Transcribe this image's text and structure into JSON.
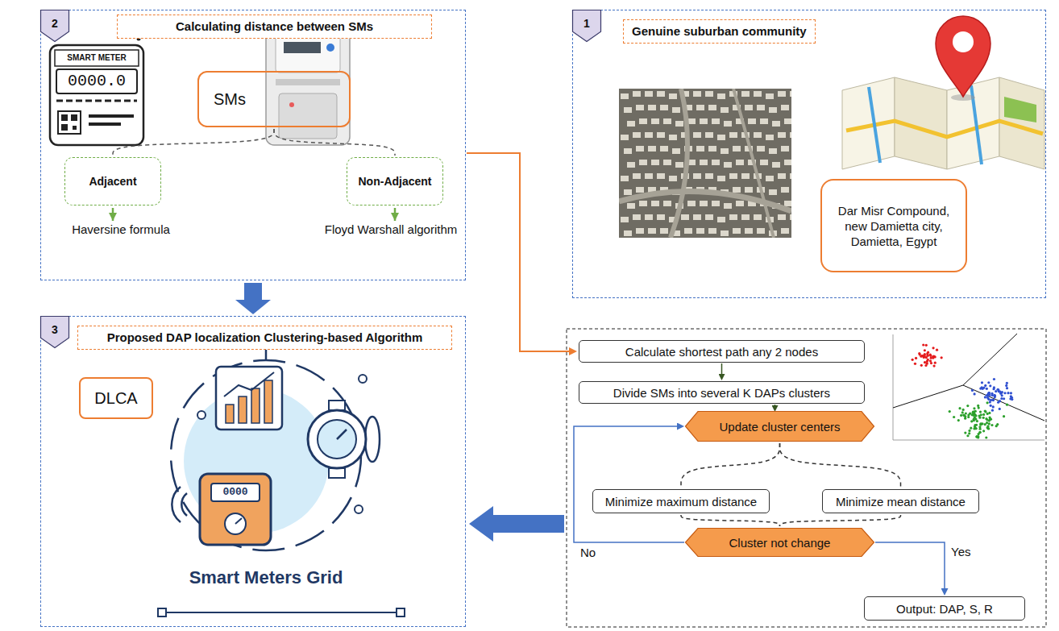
{
  "diagram": {
    "nodes": [
      {
        "text": [
          "Calculating distance between SMs"
        ]
      },
      {
        "text": [
          "2"
        ],
        "in": 0
      },
      {
        "text": [
          "SMs"
        ],
        "in": 0
      },
      {
        "text": [
          "Adjacent"
        ],
        "in": 0
      },
      {
        "text": [
          "Non-Adjacent"
        ],
        "in": 0
      },
      {
        "text": [
          "Genuine suburban community"
        ]
      },
      {
        "text": [
          "1"
        ],
        "in": 5
      },
      {
        "text": [
          "Dar Misr Compound, new Damietta city, Damietta, Egypt"
        ],
        "in": 5
      },
      {
        "text": [
          "Proposed DAP localization Clustering-based Algorithm"
        ]
      },
      {
        "text": [
          "3"
        ],
        "in": 8
      },
      {
        "text": [
          "DLCA"
        ],
        "in": 8
      },
      {
        "text": [
          "Calculate shortest path any 2 nodes"
        ]
      },
      {
        "text": [
          "Divide SMs into several K DAPs clusters"
        ]
      },
      {
        "text": [
          "Update cluster centers"
        ]
      },
      {
        "text": [
          "Minimize maximum distance"
        ]
      },
      {
        "text": [
          "Minimize mean distance"
        ]
      },
      {
        "text": [
          "Cluster not change"
        ]
      },
      {
        "text": [
          "Output: DAP, S, R"
        ]
      }
    ],
    "edges": [
      {
        "from": 0,
        "to": 8,
        "arrow": "to"
      },
      {
        "from": 0,
        "to": 11,
        "arrow": "to"
      },
      {
        "from": 2,
        "to": 3,
        "arrow": "none"
      },
      {
        "from": 2,
        "to": 4,
        "arrow": "none"
      },
      {
        "from": 11,
        "to": 12,
        "arrow": "to"
      },
      {
        "from": 12,
        "to": 13,
        "arrow": "to"
      },
      {
        "from": 13,
        "to": 14,
        "arrow": "none"
      },
      {
        "from": 13,
        "to": 15,
        "arrow": "none"
      },
      {
        "from": 14,
        "to": 16,
        "arrow": "none"
      },
      {
        "from": 15,
        "to": 16,
        "arrow": "none"
      },
      {
        "from": 16,
        "to": 17,
        "label": "Yes",
        "arrow": "to"
      },
      {
        "from": 16,
        "to": 13,
        "label": "No",
        "arrow": "to"
      }
    ],
    "labels": [
      "SMART METER",
      "0000.0",
      "Haversine formula",
      "Floyd Warshall algorithm",
      "0000",
      "Smart Meters Grid"
    ]
  }
}
